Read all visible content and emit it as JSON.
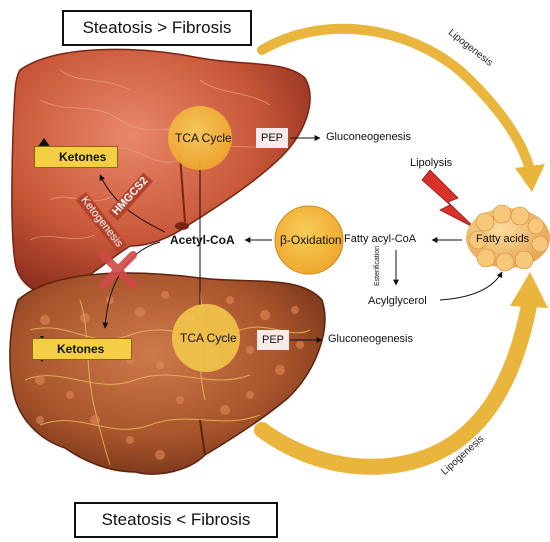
{
  "titles": {
    "top": "Steatosis > Fibrosis",
    "bottom": "Steatosis < Fibrosis"
  },
  "top_liver": {
    "tca": "TCA Cycle",
    "pep": "PEP",
    "gluconeogenesis": "Gluconeogenesis",
    "ketones": "Ketones",
    "hmgcs2": "HMGCS2",
    "ketogenesis": "Ketogenesis"
  },
  "bottom_liver": {
    "tca": "TCA Cycle",
    "pep": "PEP",
    "gluconeogenesis": "Gluconeogenesis",
    "ketones": "Ketones"
  },
  "center": {
    "acetyl_coa": "Acetyl-CoA",
    "beta_oxidation": "β-Oxidation",
    "fatty_acyl_coa": "Fatty acyl-CoA",
    "esterification": "Esterification",
    "acylglycerol": "Acylglycerol"
  },
  "adipose": {
    "fatty_acids": "Fatty acids",
    "lipolysis": "Lipolysis"
  },
  "arrows": {
    "lipogenesis_top": "Lipogenesis",
    "lipogenesis_bottom": "Lipogenesis"
  },
  "colors": {
    "liver_healthy": "#c9583a",
    "liver_fibrotic": "#a8542c",
    "nodule": "#d98b58",
    "circle": "#f2b53a",
    "arrow_gold": "#eab53c",
    "lightning": "#d9302a",
    "cross": "#d04a45",
    "ketone_box": "#f4cf45",
    "pep_box": "#fbeaea"
  }
}
